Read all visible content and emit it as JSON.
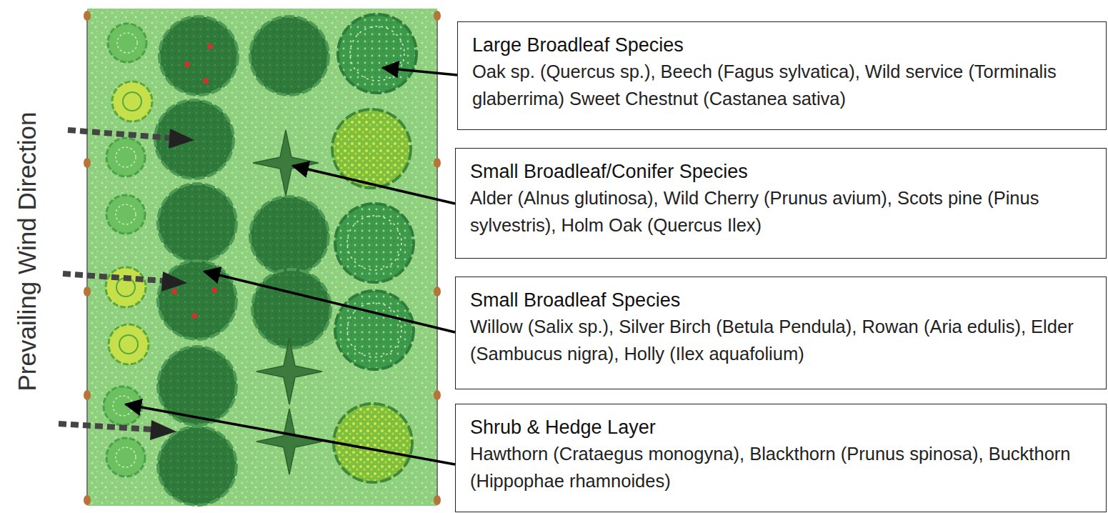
{
  "diagram": {
    "nodes": [
      {
        "text": [
          "Large Broadleaf Species",
          "Oak sp. (Quercus sp.), Beech (Fagus sylvatica), Wild service (Torminalis glaberrima) Sweet Chestnut (Castanea sativa)"
        ]
      },
      {
        "text": [
          "Small Broadleaf/Conifer Species",
          "Alder (Alnus glutinosa), Wild Cherry (Prunus avium), Scots pine (Pinus sylvestris), Holm Oak (Quercus Ilex)"
        ]
      },
      {
        "text": [
          "Small Broadleaf Species",
          "Willow (Salix sp.), Silver Birch (Betula Pendula), Rowan (Aria edulis), Elder (Sambucus nigra), Holly (Ilex aquafolium)"
        ]
      },
      {
        "text": [
          "Shrub & Hedge Layer",
          "Hawthorn (Crataegus monogyna), Blackthorn (Prunus spinosa), Buckthorn (Hippophae rhamnoides)"
        ]
      }
    ],
    "labels": [
      "Prevailing Wind Direction"
    ]
  }
}
